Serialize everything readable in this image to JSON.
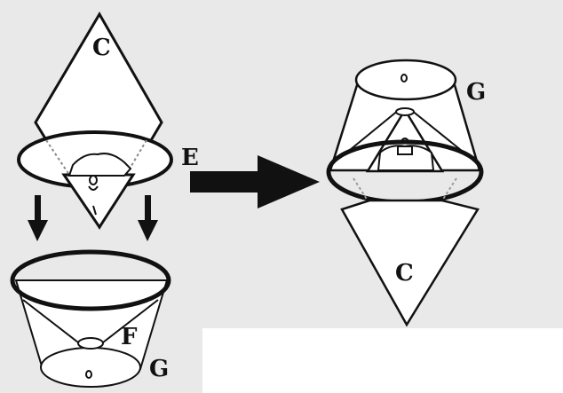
{
  "labels": {
    "c_top": "C",
    "c_bottom": "C",
    "e": "E",
    "f": "F",
    "g_right": "G",
    "g_bottom": "G"
  },
  "colors": {
    "paper": "#e9e9e9",
    "ink": "#111111",
    "fill": "#ffffff"
  }
}
